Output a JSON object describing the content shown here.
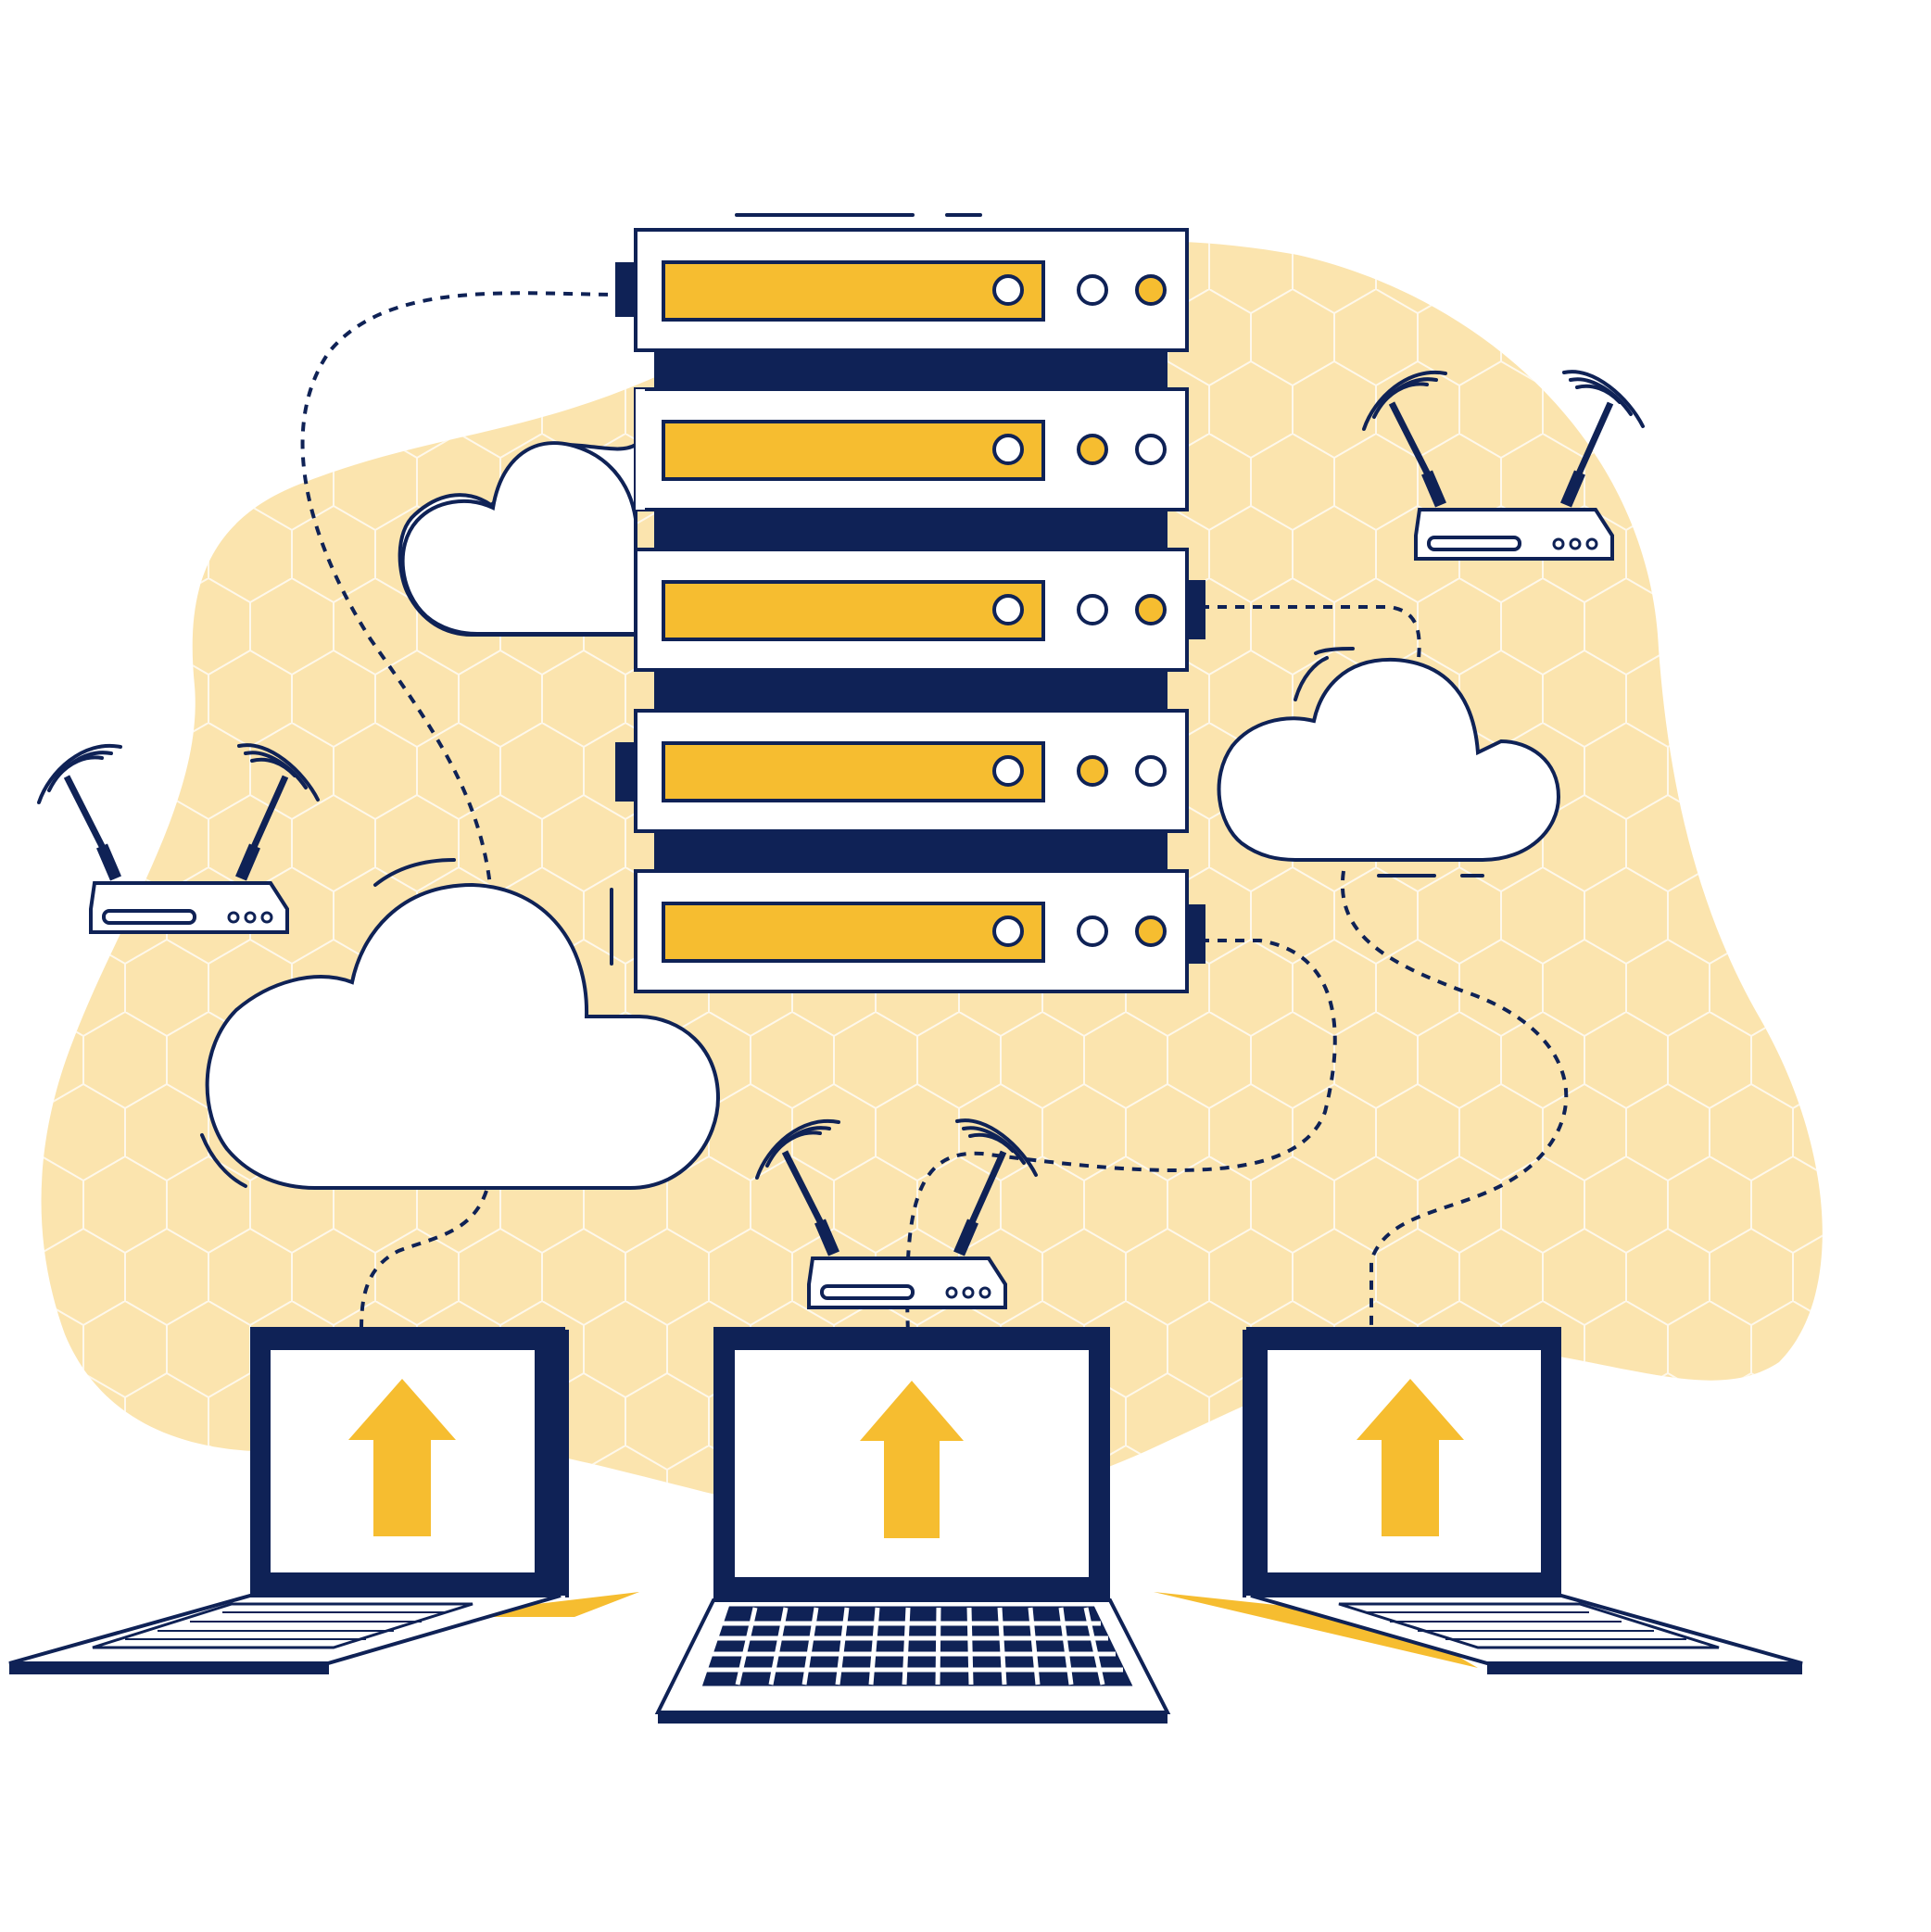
{
  "colors": {
    "navy": "#0f2256",
    "yellow": "#f6bd30",
    "blob": "#fbe4ae",
    "white": "#ffffff"
  },
  "icons": {
    "server": "server-rack-icon",
    "cloud": "cloud-icon",
    "router": "wifi-router-icon",
    "laptop": "laptop-icon",
    "upload": "upload-arrow-icon"
  },
  "scene": {
    "server_units": 5,
    "clouds": 3,
    "routers": 3,
    "laptops": 3
  }
}
